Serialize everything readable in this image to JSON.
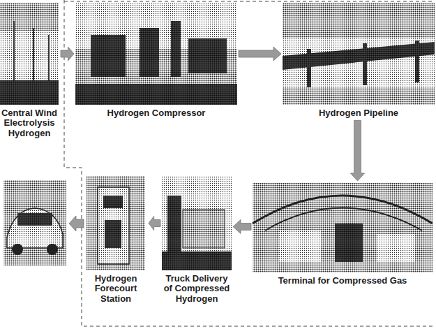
{
  "diagram": {
    "nodes": [
      {
        "text": [
          "Central Wind Electrolysis Hydrogen"
        ]
      },
      {
        "text": [
          "Hydrogen Compressor"
        ]
      },
      {
        "text": [
          "Hydrogen Pipeline"
        ]
      },
      {
        "text": [
          "Hydrogen Forecourt Station"
        ]
      },
      {
        "text": [
          "Truck Delivery of Compressed Hydrogen"
        ]
      },
      {
        "text": [
          "Terminal for Compressed Gas"
        ]
      }
    ],
    "edges": [
      {
        "from": 0,
        "to": 1,
        "arrow": "to"
      },
      {
        "from": 1,
        "to": 2,
        "arrow": "to"
      },
      {
        "from": 2,
        "to": 5,
        "arrow": "to"
      },
      {
        "from": 5,
        "to": 4,
        "arrow": "to"
      },
      {
        "from": 4,
        "to": 3,
        "arrow": "to"
      }
    ]
  }
}
